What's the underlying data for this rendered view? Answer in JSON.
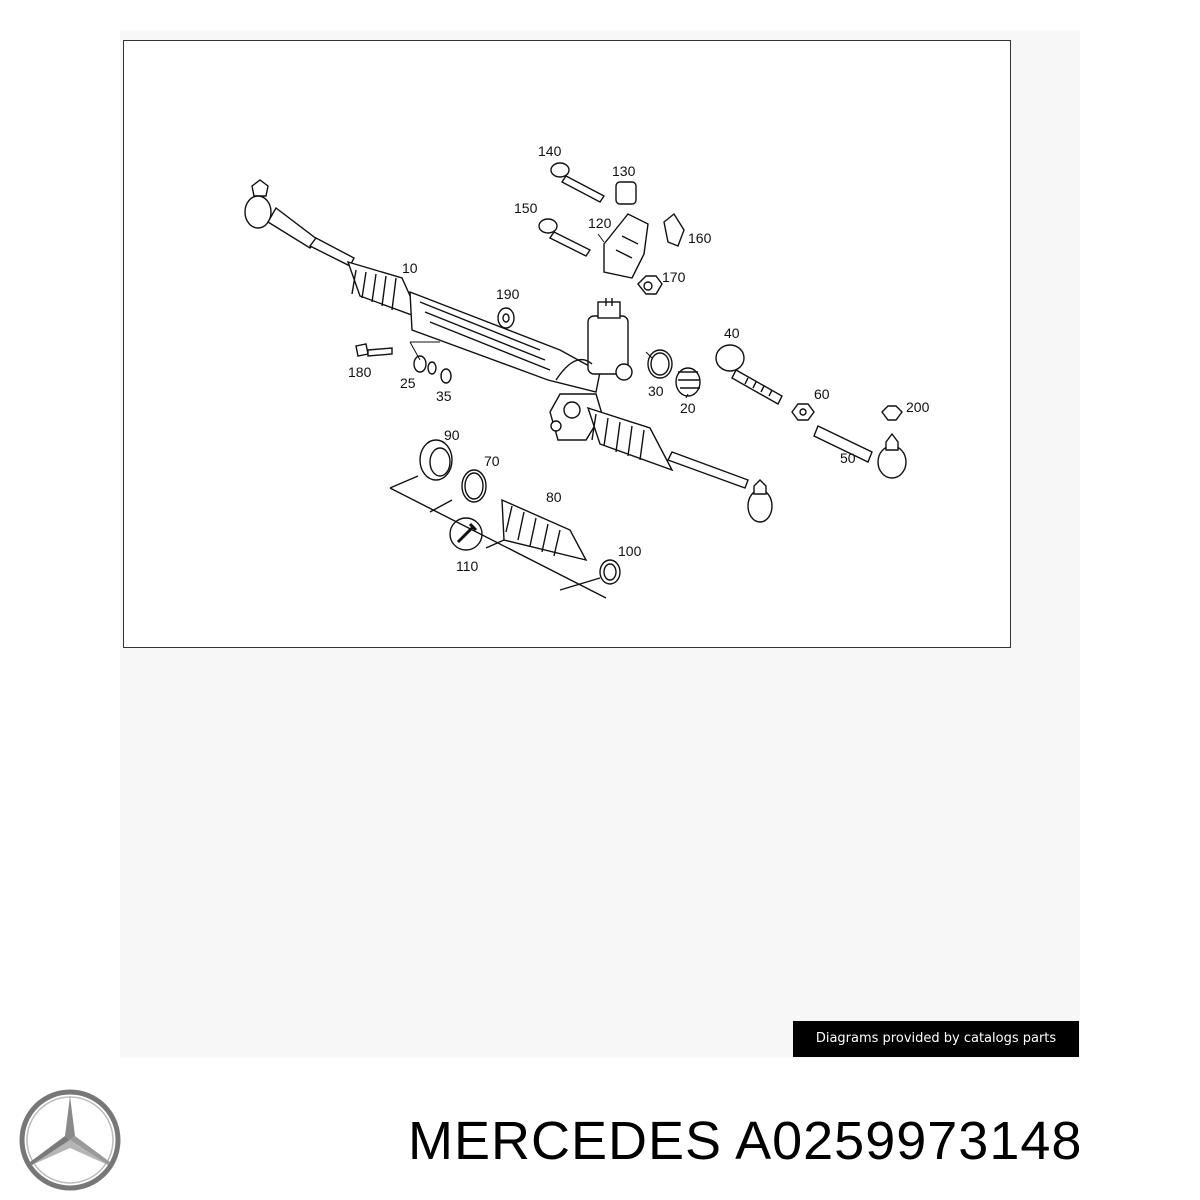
{
  "diagram": {
    "callouts": [
      "140",
      "130",
      "150",
      "120",
      "160",
      "170",
      "10",
      "190",
      "180",
      "25",
      "35",
      "30",
      "20",
      "40",
      "60",
      "200",
      "50",
      "90",
      "70",
      "80",
      "110",
      "100"
    ]
  },
  "watermark": {
    "text": "Diagrams provided by catalogs parts"
  },
  "caption": {
    "brand": "MERCEDES",
    "part_number": "A0259973148"
  },
  "logo": {
    "icon": "mercedes-star-icon"
  }
}
